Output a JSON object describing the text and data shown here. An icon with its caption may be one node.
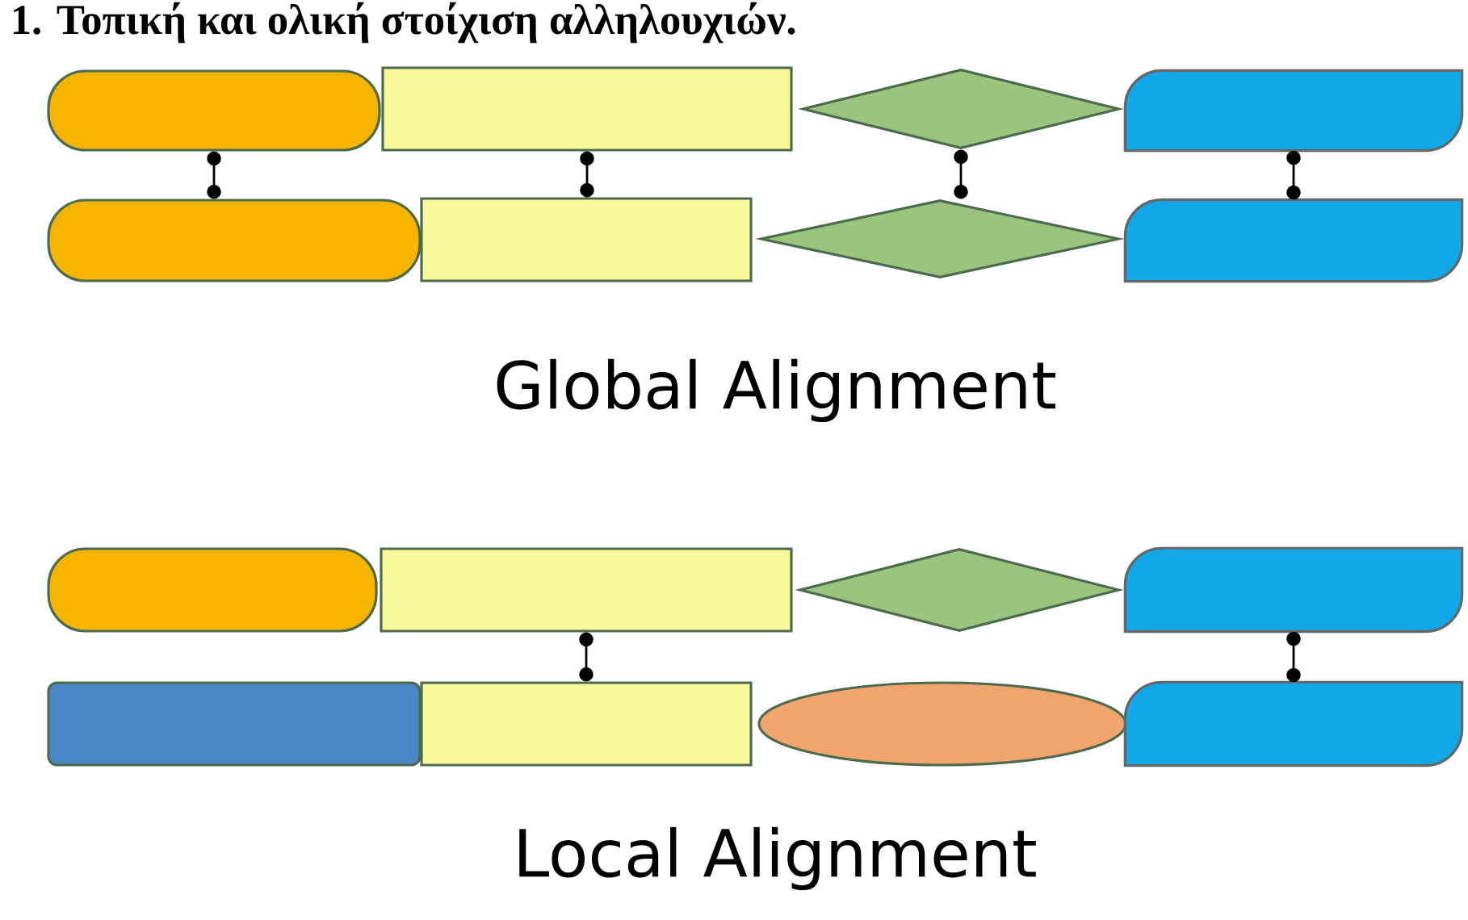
{
  "diagram": {
    "nodes": [
      {
        "text": [],
        "shape": "pill"
      },
      {
        "text": [],
        "shape": "box"
      },
      {
        "text": [],
        "shape": "diamond"
      },
      {
        "text": [],
        "shape": "tab"
      },
      {
        "text": [],
        "shape": "pill"
      },
      {
        "text": [],
        "shape": "box"
      },
      {
        "text": [],
        "shape": "diamond"
      },
      {
        "text": [],
        "shape": "tab"
      },
      {
        "text": [],
        "shape": "pill"
      },
      {
        "text": [],
        "shape": "box"
      },
      {
        "text": [],
        "shape": "diamond"
      },
      {
        "text": [],
        "shape": "tab"
      },
      {
        "text": [],
        "shape": "bar"
      },
      {
        "text": [],
        "shape": "box"
      },
      {
        "text": [],
        "shape": "ellipse"
      },
      {
        "text": [],
        "shape": "tab"
      }
    ],
    "edges": [
      {
        "from": 0,
        "to": 4,
        "arrow": "other"
      },
      {
        "from": 1,
        "to": 5,
        "arrow": "other"
      },
      {
        "from": 2,
        "to": 6,
        "arrow": "other"
      },
      {
        "from": 3,
        "to": 7,
        "arrow": "other"
      },
      {
        "from": 9,
        "to": 13,
        "arrow": "other"
      },
      {
        "from": 11,
        "to": 15,
        "arrow": "other"
      }
    ],
    "labels": [
      "1. Τοπική και ολική στοίχιση αλληλουχιών.",
      "Global Alignment",
      "Local Alignment"
    ]
  }
}
